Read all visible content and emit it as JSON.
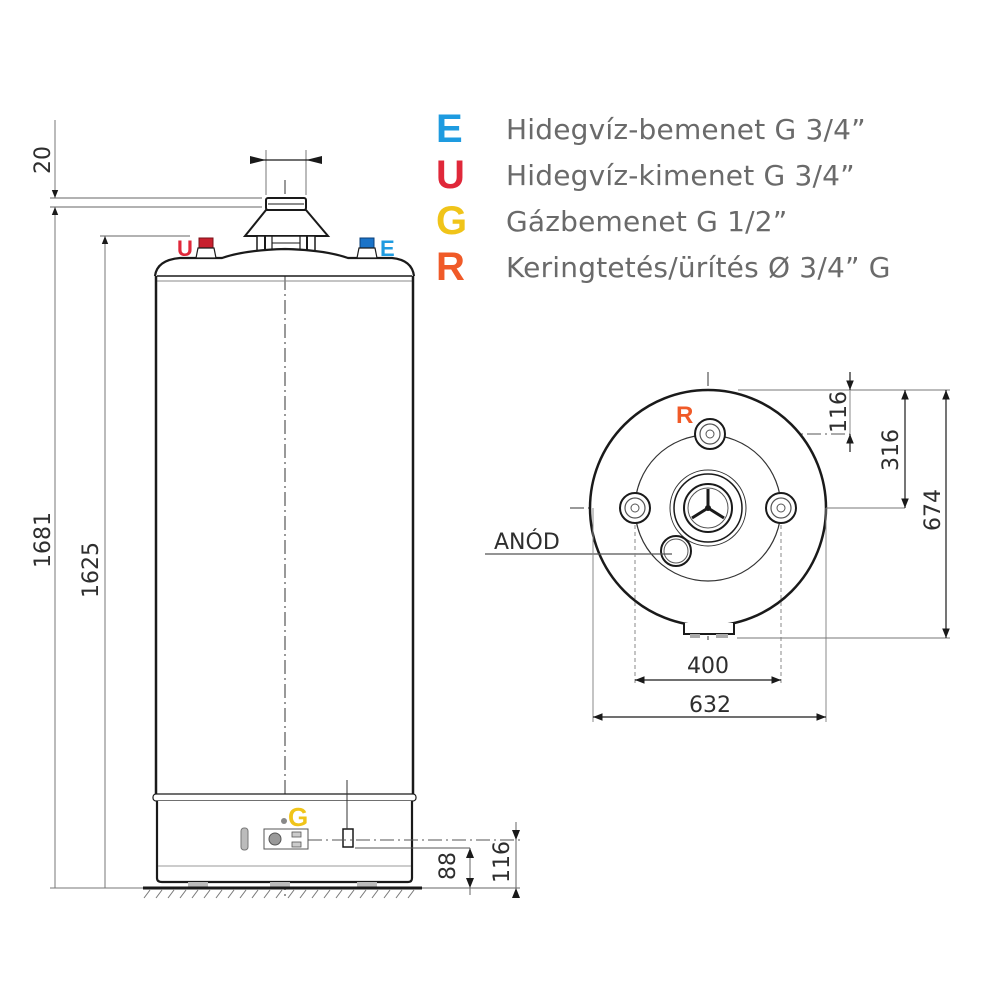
{
  "legend": {
    "items": [
      {
        "letter": "E",
        "color": "#1e9be0",
        "text": "Hidegvíz-bemenet G 3/4”"
      },
      {
        "letter": "U",
        "color": "#e0283a",
        "text": "Hidegvíz-kimenet G 3/4”"
      },
      {
        "letter": "G",
        "color": "#f0c419",
        "text": "Gázbemenet G 1/2”"
      },
      {
        "letter": "R",
        "color": "#f05a28",
        "text": "Keringtetés/ürítés Ø 3/4” G"
      }
    ]
  },
  "side_view": {
    "markers": {
      "u": "U",
      "e": "E",
      "g": "G"
    },
    "dimensions": {
      "flue_offset": "20",
      "total_height": "1681",
      "body_height": "1625",
      "gas_inlet_height": "88",
      "connection_height": "116"
    }
  },
  "top_view": {
    "markers": {
      "r": "R"
    },
    "anode_label": "ANÓD",
    "dimensions": {
      "r_offset": "116",
      "center_offset": "316",
      "depth": "674",
      "inlet_spacing": "400",
      "diameter": "632"
    }
  },
  "colors": {
    "line": "#1a1a1a",
    "dim_line": "#555555",
    "blue": "#1e9be0",
    "red": "#e0283a",
    "yellow": "#f0c419",
    "orange": "#f05a28"
  }
}
